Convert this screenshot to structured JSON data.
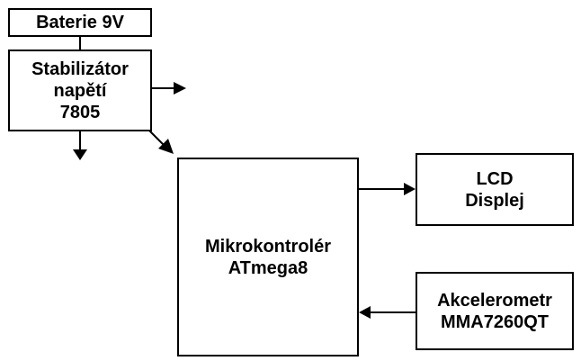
{
  "blocks": {
    "battery": {
      "label": "Baterie 9V"
    },
    "regulator": {
      "label": "Stabilizátor\nnapětí\n7805"
    },
    "mcu": {
      "label": "Mikrokontrolér\nATmega8"
    },
    "lcd": {
      "label": "LCD\nDisplej"
    },
    "accelerometer": {
      "label": "Akcelerometr\nMMA7260QT"
    }
  }
}
